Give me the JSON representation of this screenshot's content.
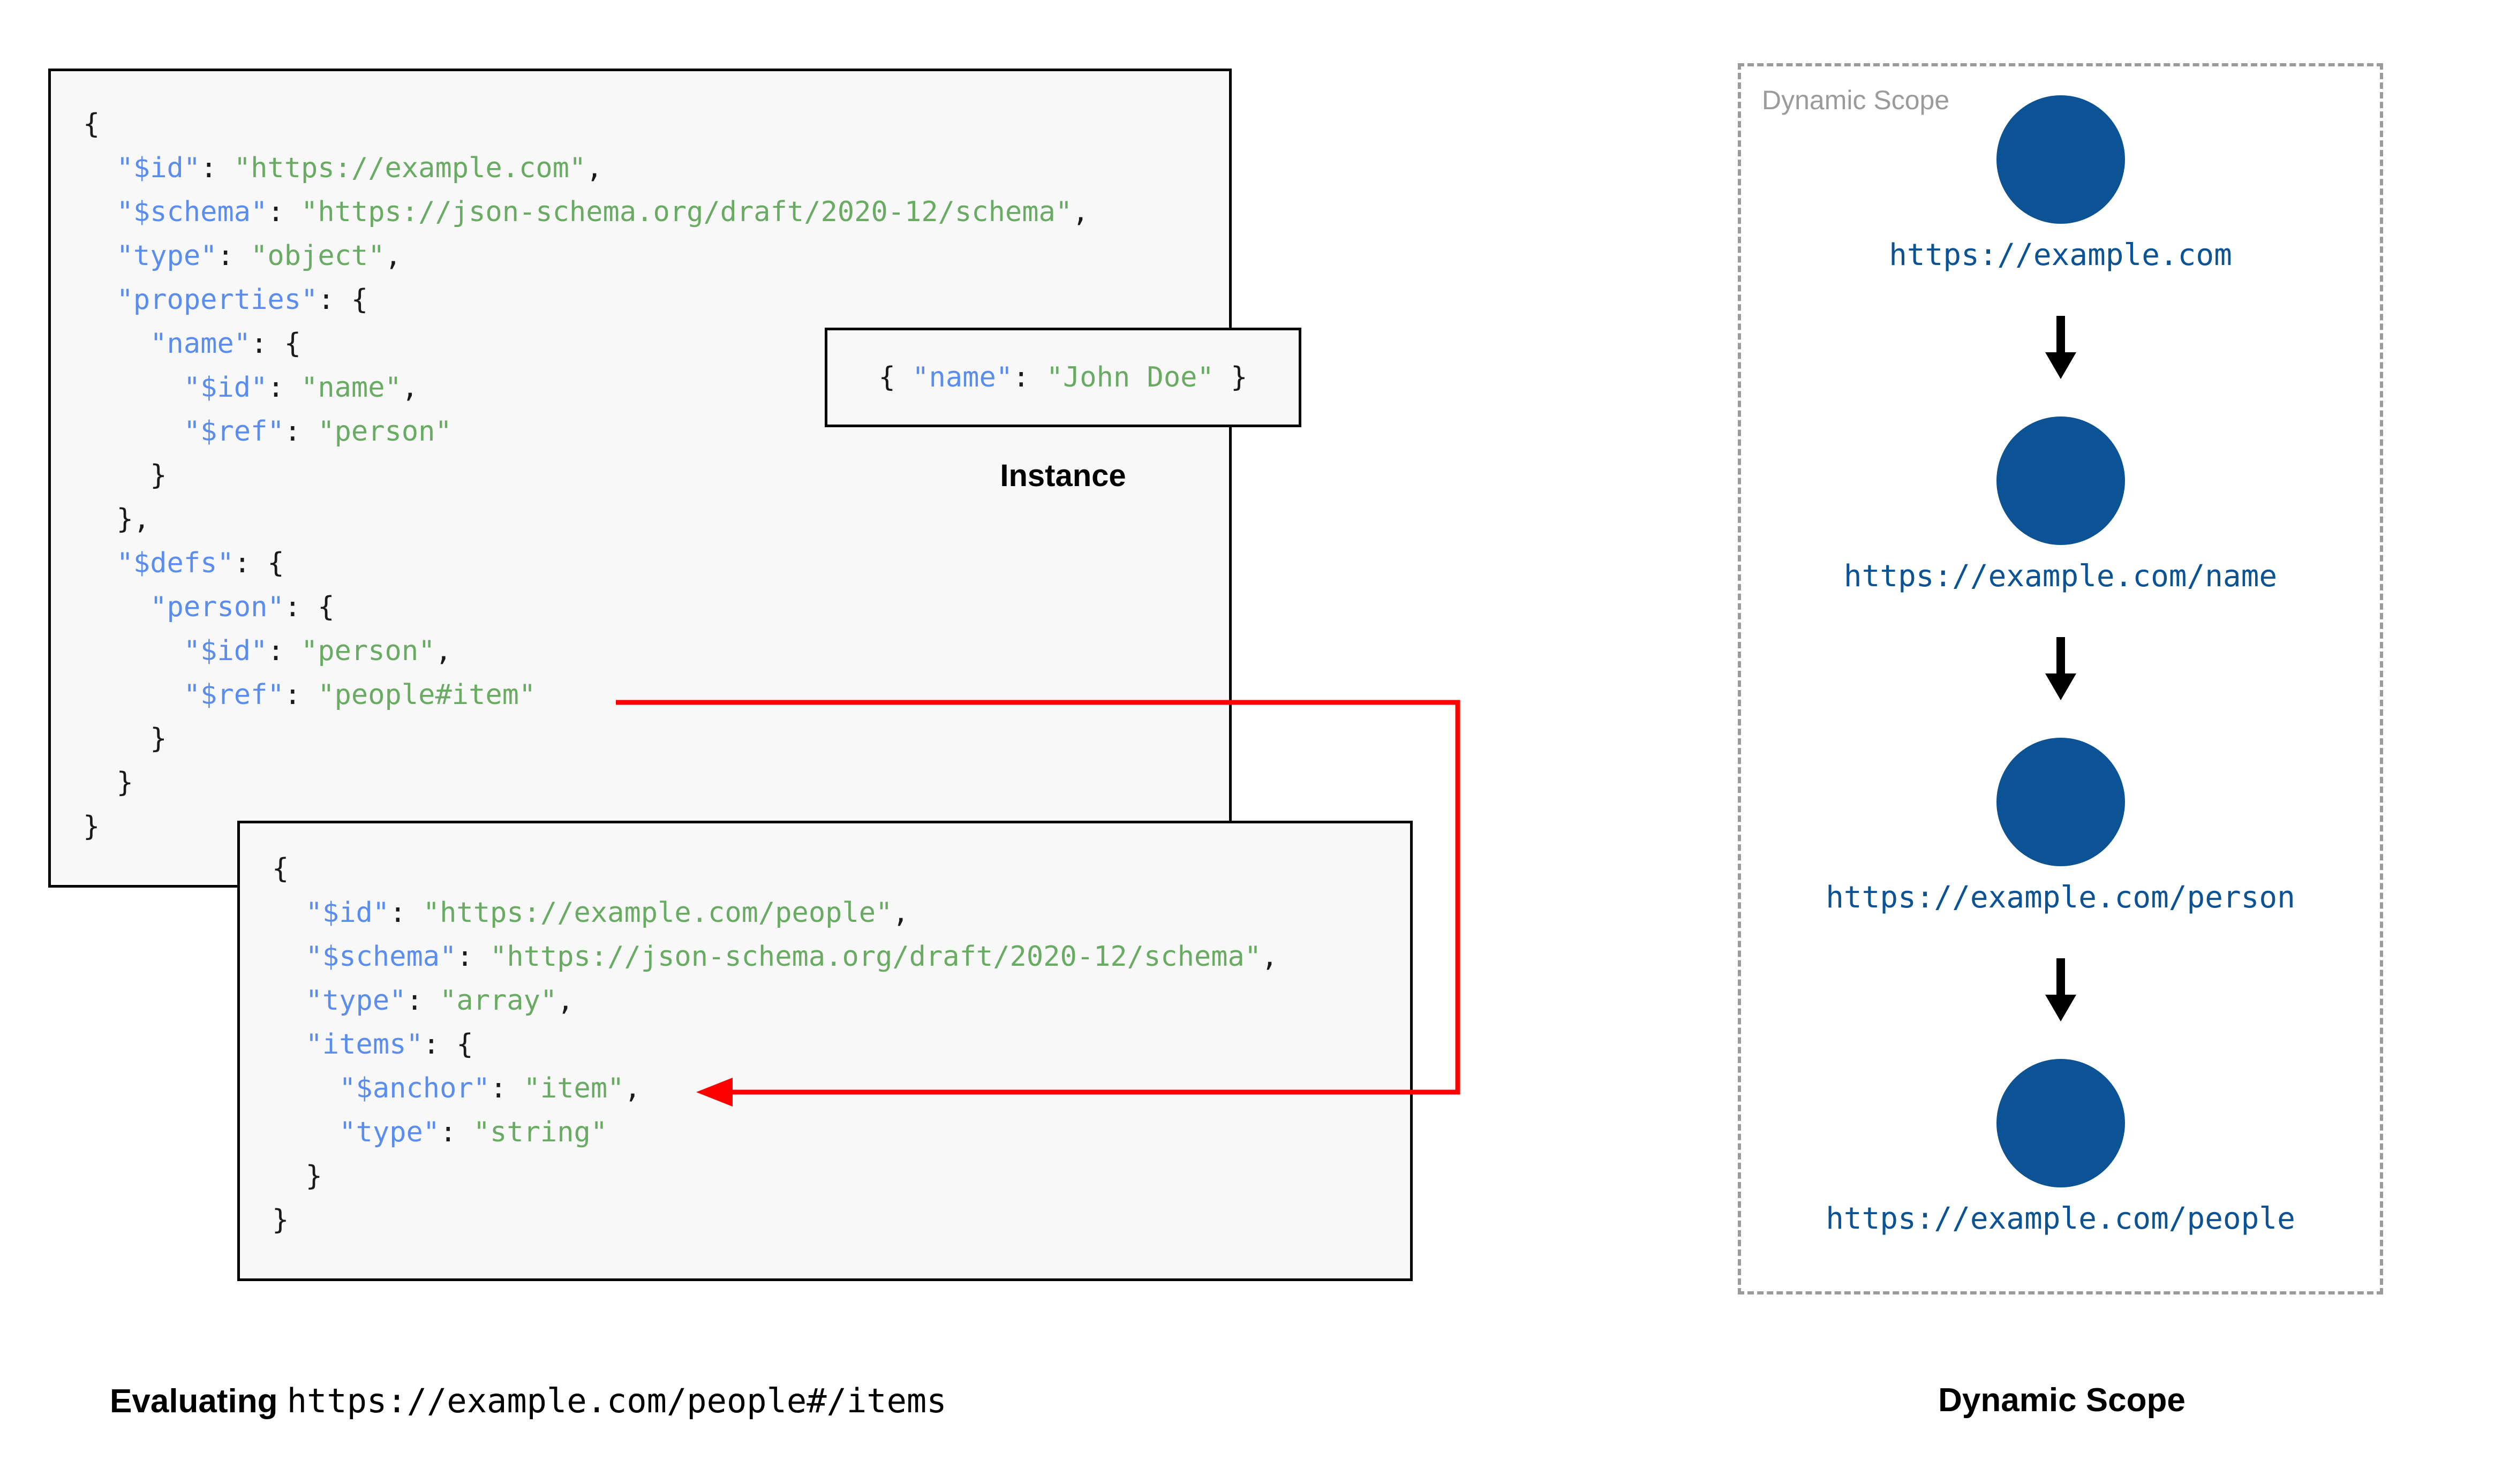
{
  "colors": {
    "json_key": "#5b8def",
    "json_string": "#6aab64",
    "punctuation": "#1a1a1a",
    "node_blue": "#0b5394",
    "ref_arrow_red": "#ff0000",
    "scope_border_gray": "#9b9b9b",
    "box_background": "#f8f8f8",
    "box_border": "#000000"
  },
  "root_schema": {
    "name": "root-schema",
    "lines": [
      [
        {
          "t": "{",
          "c": "p"
        }
      ],
      [
        {
          "t": "  ",
          "c": "p"
        },
        {
          "t": "\"$id\"",
          "c": "k"
        },
        {
          "t": ": ",
          "c": "p"
        },
        {
          "t": "\"https://example.com\"",
          "c": "s"
        },
        {
          "t": ",",
          "c": "p"
        }
      ],
      [
        {
          "t": "  ",
          "c": "p"
        },
        {
          "t": "\"$schema\"",
          "c": "k"
        },
        {
          "t": ": ",
          "c": "p"
        },
        {
          "t": "\"https://json-schema.org/draft/2020-12/schema\"",
          "c": "s"
        },
        {
          "t": ",",
          "c": "p"
        }
      ],
      [
        {
          "t": "  ",
          "c": "p"
        },
        {
          "t": "\"type\"",
          "c": "k"
        },
        {
          "t": ": ",
          "c": "p"
        },
        {
          "t": "\"object\"",
          "c": "s"
        },
        {
          "t": ",",
          "c": "p"
        }
      ],
      [
        {
          "t": "  ",
          "c": "p"
        },
        {
          "t": "\"properties\"",
          "c": "k"
        },
        {
          "t": ": {",
          "c": "p"
        }
      ],
      [
        {
          "t": "    ",
          "c": "p"
        },
        {
          "t": "\"name\"",
          "c": "k"
        },
        {
          "t": ": {",
          "c": "p"
        }
      ],
      [
        {
          "t": "      ",
          "c": "p"
        },
        {
          "t": "\"$id\"",
          "c": "k"
        },
        {
          "t": ": ",
          "c": "p"
        },
        {
          "t": "\"name\"",
          "c": "s"
        },
        {
          "t": ",",
          "c": "p"
        }
      ],
      [
        {
          "t": "      ",
          "c": "p"
        },
        {
          "t": "\"$ref\"",
          "c": "k"
        },
        {
          "t": ": ",
          "c": "p"
        },
        {
          "t": "\"person\"",
          "c": "s"
        }
      ],
      [
        {
          "t": "    }",
          "c": "p"
        }
      ],
      [
        {
          "t": "  },",
          "c": "p"
        }
      ],
      [
        {
          "t": "  ",
          "c": "p"
        },
        {
          "t": "\"$defs\"",
          "c": "k"
        },
        {
          "t": ": {",
          "c": "p"
        }
      ],
      [
        {
          "t": "    ",
          "c": "p"
        },
        {
          "t": "\"person\"",
          "c": "k"
        },
        {
          "t": ": {",
          "c": "p"
        }
      ],
      [
        {
          "t": "      ",
          "c": "p"
        },
        {
          "t": "\"$id\"",
          "c": "k"
        },
        {
          "t": ": ",
          "c": "p"
        },
        {
          "t": "\"person\"",
          "c": "s"
        },
        {
          "t": ",",
          "c": "p"
        }
      ],
      [
        {
          "t": "      ",
          "c": "p"
        },
        {
          "t": "\"$ref\"",
          "c": "k"
        },
        {
          "t": ": ",
          "c": "p"
        },
        {
          "t": "\"people#item\"",
          "c": "s"
        }
      ],
      [
        {
          "t": "    }",
          "c": "p"
        }
      ],
      [
        {
          "t": "  }",
          "c": "p"
        }
      ],
      [
        {
          "t": "}",
          "c": "p"
        }
      ]
    ]
  },
  "instance": {
    "label": "Instance",
    "line": [
      {
        "t": "{ ",
        "c": "p"
      },
      {
        "t": "\"name\"",
        "c": "k"
      },
      {
        "t": ": ",
        "c": "p"
      },
      {
        "t": "\"John Doe\"",
        "c": "s"
      },
      {
        "t": " }",
        "c": "p"
      }
    ]
  },
  "people_schema": {
    "name": "people-schema",
    "lines": [
      [
        {
          "t": "{",
          "c": "p"
        }
      ],
      [
        {
          "t": "  ",
          "c": "p"
        },
        {
          "t": "\"$id\"",
          "c": "k"
        },
        {
          "t": ": ",
          "c": "p"
        },
        {
          "t": "\"https://example.com/people\"",
          "c": "s"
        },
        {
          "t": ",",
          "c": "p"
        }
      ],
      [
        {
          "t": "  ",
          "c": "p"
        },
        {
          "t": "\"$schema\"",
          "c": "k"
        },
        {
          "t": ": ",
          "c": "p"
        },
        {
          "t": "\"https://json-schema.org/draft/2020-12/schema\"",
          "c": "s"
        },
        {
          "t": ",",
          "c": "p"
        }
      ],
      [
        {
          "t": "  ",
          "c": "p"
        },
        {
          "t": "\"type\"",
          "c": "k"
        },
        {
          "t": ": ",
          "c": "p"
        },
        {
          "t": "\"array\"",
          "c": "s"
        },
        {
          "t": ",",
          "c": "p"
        }
      ],
      [
        {
          "t": "  ",
          "c": "p"
        },
        {
          "t": "\"items\"",
          "c": "k"
        },
        {
          "t": ": {",
          "c": "p"
        }
      ],
      [
        {
          "t": "    ",
          "c": "p"
        },
        {
          "t": "\"$anchor\"",
          "c": "k"
        },
        {
          "t": ": ",
          "c": "p"
        },
        {
          "t": "\"item\"",
          "c": "s"
        },
        {
          "t": ",",
          "c": "p"
        }
      ],
      [
        {
          "t": "    ",
          "c": "p"
        },
        {
          "t": "\"type\"",
          "c": "k"
        },
        {
          "t": ": ",
          "c": "p"
        },
        {
          "t": "\"string\"",
          "c": "s"
        }
      ],
      [
        {
          "t": "  }",
          "c": "p"
        }
      ],
      [
        {
          "t": "}",
          "c": "p"
        }
      ]
    ]
  },
  "dynamic_scope": {
    "title": "Dynamic Scope",
    "caption": "Dynamic Scope",
    "nodes": [
      {
        "label": "https://example.com"
      },
      {
        "label": "https://example.com/name"
      },
      {
        "label": "https://example.com/person"
      },
      {
        "label": "https://example.com/people"
      }
    ]
  },
  "evaluating_caption": {
    "label": "Evaluating",
    "uri": "https://example.com/people#/items"
  },
  "ref_arrow": {
    "from": "$ref: \"people#item\"",
    "to": "$anchor: \"item\""
  }
}
